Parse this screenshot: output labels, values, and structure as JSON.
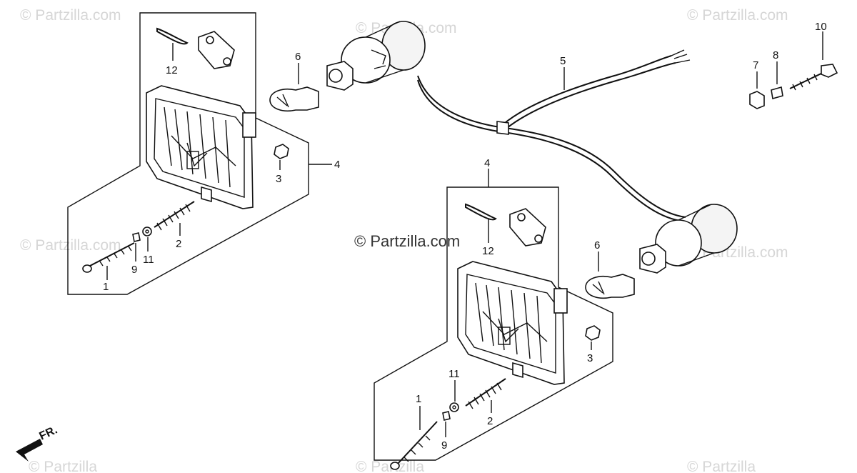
{
  "watermarks": [
    "© Partzilla.com",
    "© Partzilla.com",
    "© Partzilla.com",
    "© Partzilla.com",
    "© Partzilla.com",
    "© Partzilla",
    "© Partzilla",
    "© Partzilla"
  ],
  "center_watermark": "© Partzilla.com",
  "direction_label": "FR.",
  "callouts": {
    "left_group": [
      "12",
      "6",
      "4",
      "3",
      "2",
      "1",
      "9",
      "11"
    ],
    "harness": "5",
    "hardware": [
      "7",
      "8",
      "10"
    ],
    "right_group": [
      "4",
      "12",
      "6",
      "3",
      "11",
      "1",
      "2",
      "9"
    ]
  }
}
